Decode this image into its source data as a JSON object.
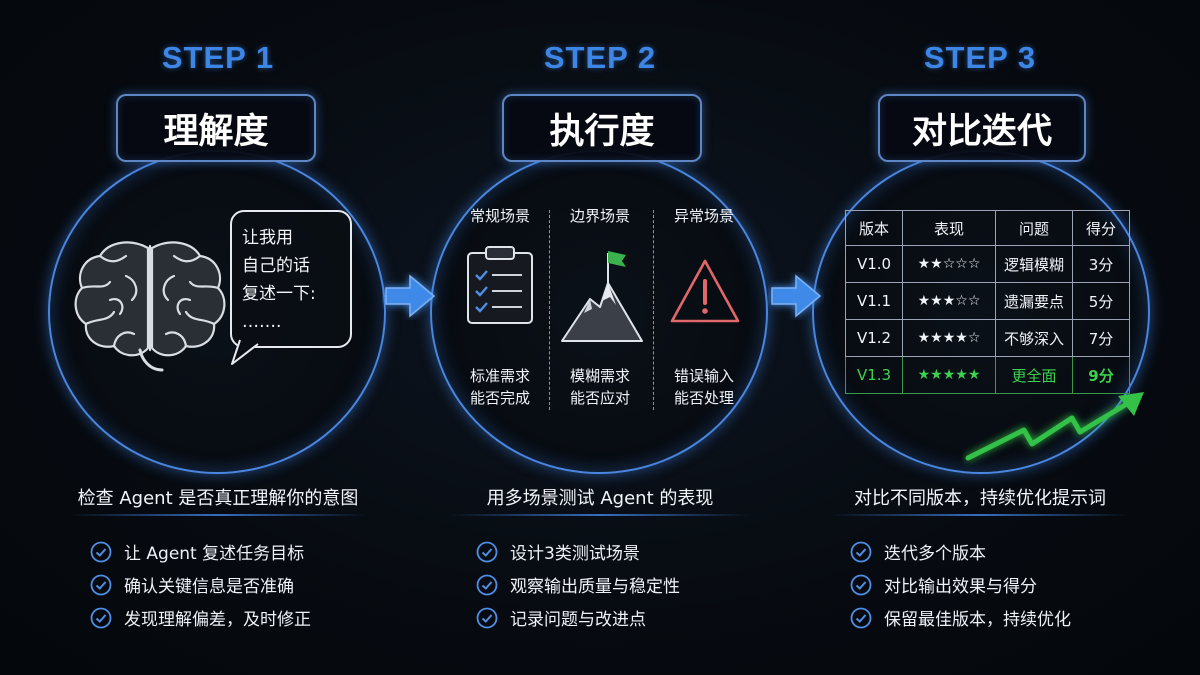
{
  "steps": [
    {
      "step": "STEP 1",
      "title": "理解度",
      "bubble_lines": [
        "让我用",
        "自己的话",
        "复述一下:",
        "……."
      ],
      "subtitle": "检查 Agent 是否真正理解你的意图",
      "bullets": [
        "让 Agent 复述任务目标",
        "确认关键信息是否准确",
        "发现理解偏差，及时修正"
      ]
    },
    {
      "step": "STEP 2",
      "title": "执行度",
      "scenes": [
        {
          "name": "常规场景",
          "icon": "clipboard-checklist-icon",
          "desc": [
            "标准需求",
            "能否完成"
          ]
        },
        {
          "name": "边界场景",
          "icon": "mountain-flag-icon",
          "desc": [
            "模糊需求",
            "能否应对"
          ]
        },
        {
          "name": "异常场景",
          "icon": "warning-triangle-icon",
          "desc": [
            "错误输入",
            "能否处理"
          ]
        }
      ],
      "subtitle": "用多场景测试 Agent 的表现",
      "bullets": [
        "设计3类测试场景",
        "观察输出质量与稳定性",
        "记录问题与改进点"
      ]
    },
    {
      "step": "STEP 3",
      "title": "对比迭代",
      "table": {
        "headers": [
          "版本",
          "表现",
          "问题",
          "得分"
        ],
        "rows": [
          {
            "version": "V1.0",
            "stars": "★★☆☆☆",
            "issue": "逻辑模糊",
            "score": "3分"
          },
          {
            "version": "V1.1",
            "stars": "★★★☆☆",
            "issue": "遗漏要点",
            "score": "5分"
          },
          {
            "version": "V1.2",
            "stars": "★★★★☆",
            "issue": "不够深入",
            "score": "7分"
          },
          {
            "version": "V1.3",
            "stars": "★★★★★",
            "issue": "更全面",
            "score": "9分"
          }
        ]
      },
      "subtitle": "对比不同版本，持续优化提示词",
      "bullets": [
        "迭代多个版本",
        "对比输出效果与得分",
        "保留最佳版本，持续优化"
      ]
    }
  ],
  "colors": {
    "accent_blue": "#3d86e6",
    "highlight_green": "#3bd24e",
    "warning_red": "#e0676a"
  }
}
